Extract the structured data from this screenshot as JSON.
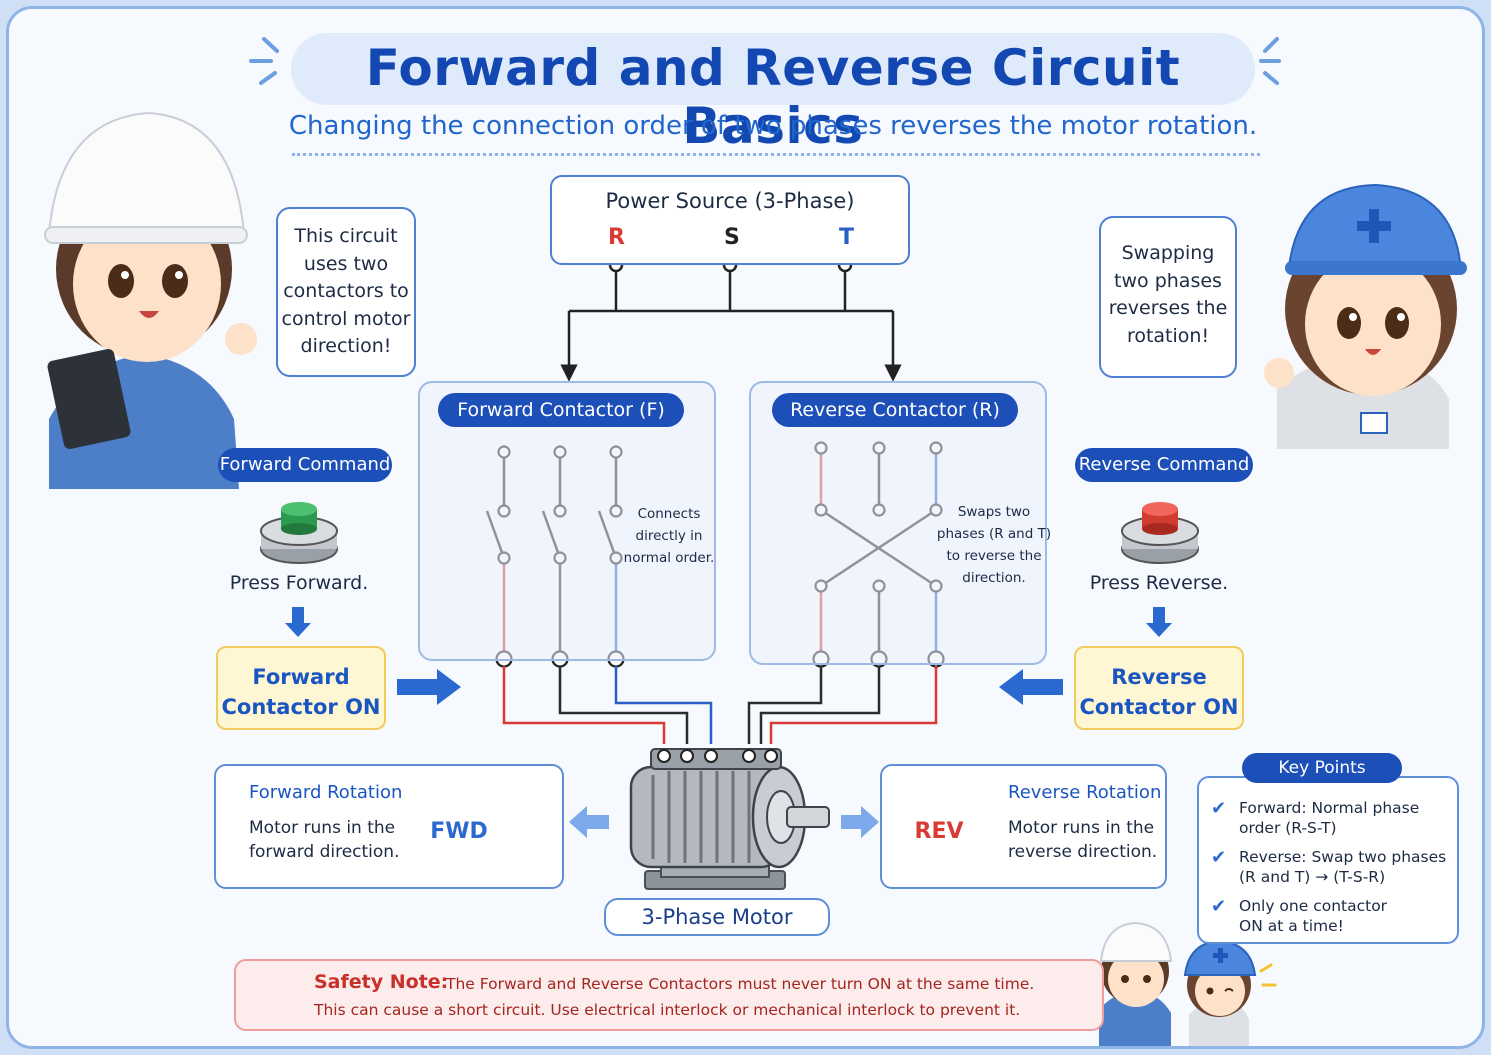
{
  "title": "Forward and Reverse Circuit Basics",
  "subtitle": "Changing the connection order of two phases reverses the motor rotation.",
  "left_bubble": [
    "This circuit",
    "uses two",
    "contactors to",
    "control motor",
    "direction!"
  ],
  "right_bubble": [
    "Swapping",
    "two phases",
    "reverses the",
    "rotation!"
  ],
  "power_source": {
    "label": "Power Source (3-Phase)",
    "phases": [
      "R",
      "S",
      "T"
    ]
  },
  "forward_contactor": {
    "label": "Forward Contactor (F)",
    "note": [
      "Connects",
      "directly in",
      "normal order."
    ]
  },
  "reverse_contactor": {
    "label": "Reverse Contactor (R)",
    "note": [
      "Swaps two",
      "phases (R and T)",
      "to reverse the",
      "direction."
    ]
  },
  "forward_command": {
    "badge": "Forward Command",
    "caption": "Press Forward.",
    "state": [
      "Forward",
      "Contactor ON"
    ]
  },
  "reverse_command": {
    "badge": "Reverse Command",
    "caption": "Press Reverse.",
    "state": [
      "Reverse",
      "Contactor ON"
    ]
  },
  "forward_rotation": {
    "title": "Forward Rotation",
    "text": [
      "Motor runs in the",
      "forward direction."
    ],
    "badge": "FWD"
  },
  "reverse_rotation": {
    "title": "Reverse Rotation",
    "text": [
      "Motor runs in the",
      "reverse direction."
    ],
    "badge": "REV"
  },
  "motor_label": "3-Phase Motor",
  "key_points": {
    "title": "Key Points",
    "items": [
      [
        "Forward: Normal phase",
        "order (R-S-T)"
      ],
      [
        "Reverse: Swap two phases",
        "(R and T) → (T-S-R)"
      ],
      [
        "Only one contactor",
        "ON at a time!"
      ]
    ]
  },
  "safety": {
    "label": "Safety Note:",
    "line1": "The Forward and Reverse Contactors must never turn ON at the same time.",
    "line2": "This can cause a short circuit. Use electrical interlock or mechanical interlock to prevent it."
  },
  "colors": {
    "phase_r": "#d83a34",
    "phase_s": "#2b2b2b",
    "phase_t": "#2a5fc4",
    "accent": "#1c4fb8"
  }
}
